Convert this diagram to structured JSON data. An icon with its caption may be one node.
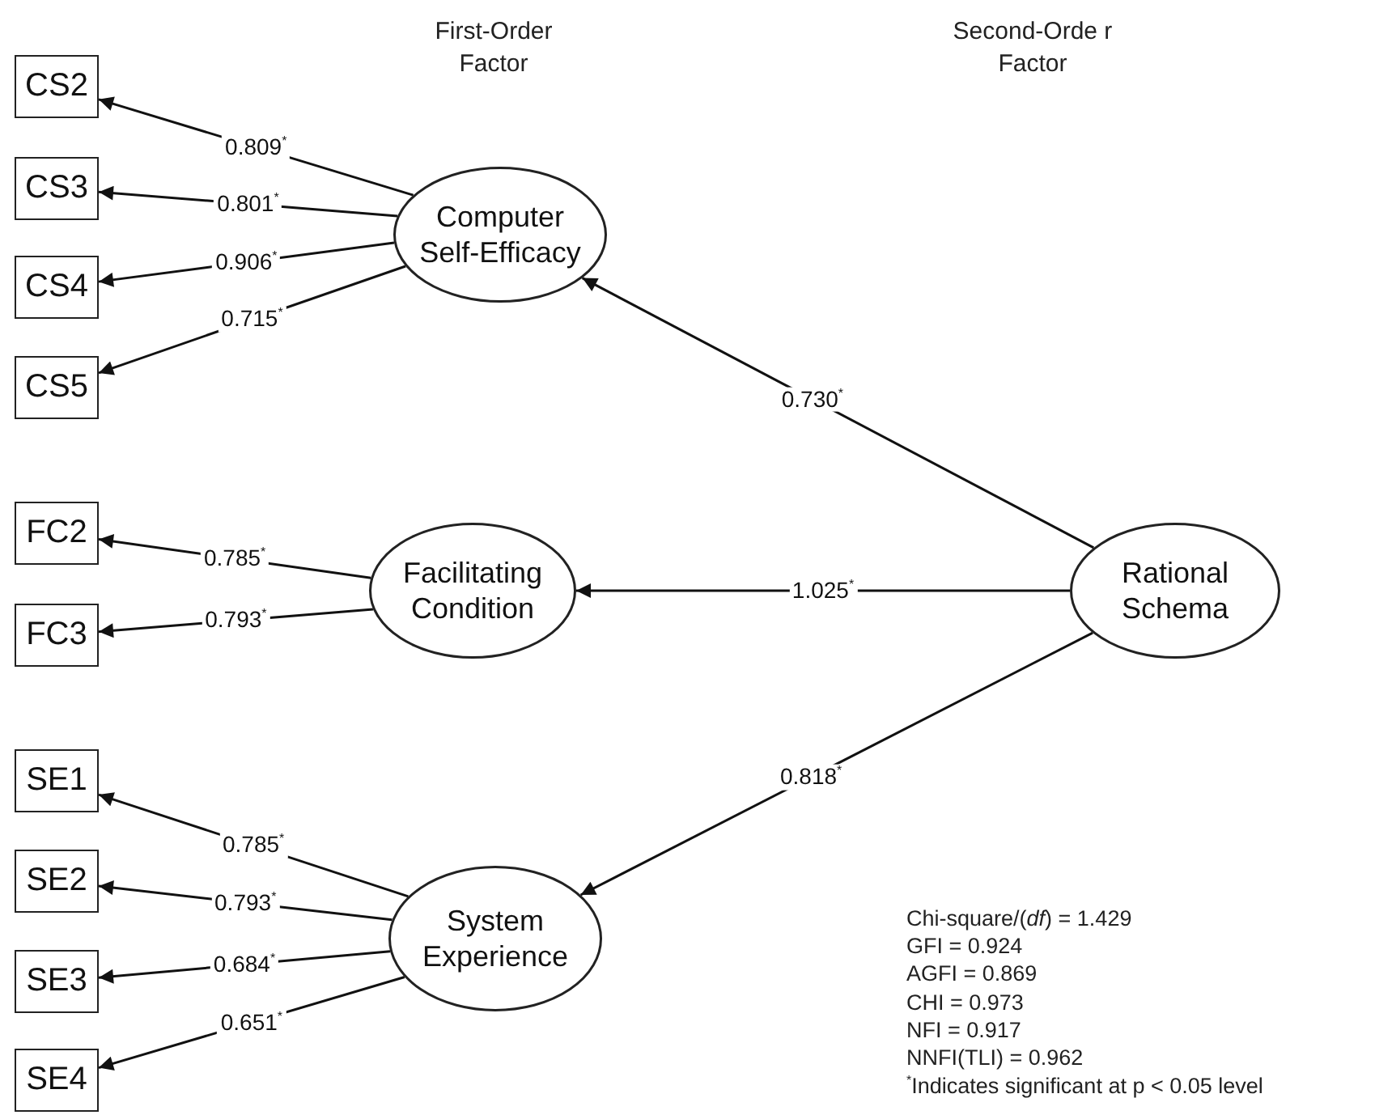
{
  "diagram": {
    "nodes": [
      {
        "text": [
          "CS2"
        ]
      },
      {
        "text": [
          "CS3"
        ]
      },
      {
        "text": [
          "CS4"
        ]
      },
      {
        "text": [
          "CS5"
        ]
      },
      {
        "text": [
          "Computer Self-Efficacy"
        ]
      },
      {
        "text": [
          "FC2"
        ]
      },
      {
        "text": [
          "FC3"
        ]
      },
      {
        "text": [
          "Facilitating Condition"
        ]
      },
      {
        "text": [
          "SE1"
        ]
      },
      {
        "text": [
          "SE2"
        ]
      },
      {
        "text": [
          "SE3"
        ]
      },
      {
        "text": [
          "SE4"
        ]
      },
      {
        "text": [
          "System Experience"
        ]
      },
      {
        "text": [
          "Rational Schema"
        ]
      }
    ],
    "edges": [
      {
        "from": 4,
        "to": 0,
        "arrow": "to",
        "label": "0.809$^{*}$"
      },
      {
        "from": 4,
        "to": 1,
        "arrow": "to",
        "label": "0.801$^{*}$"
      },
      {
        "from": 4,
        "to": 2,
        "arrow": "to",
        "label": "0.906$^{*}$"
      },
      {
        "from": 4,
        "to": 3,
        "arrow": "to",
        "label": "0.715$^{*}$"
      },
      {
        "from": 7,
        "to": 5,
        "arrow": "to",
        "label": "0.785$^{*}$"
      },
      {
        "from": 7,
        "to": 6,
        "arrow": "to",
        "label": "0.793$^{*}$"
      },
      {
        "from": 12,
        "to": 8,
        "arrow": "to",
        "label": "0.785$^{*}$"
      },
      {
        "from": 12,
        "to": 9,
        "arrow": "to",
        "label": "0.793$^{*}$"
      },
      {
        "from": 12,
        "to": 10,
        "arrow": "to",
        "label": "0.684$^{*}$"
      },
      {
        "from": 12,
        "to": 11,
        "arrow": "to",
        "label": "0.651$^{*}$"
      },
      {
        "from": 13,
        "to": 4,
        "arrow": "to",
        "label": "0.730$^{*}$"
      },
      {
        "from": 13,
        "to": 7,
        "arrow": "to",
        "label": "1.025$^{*}$"
      },
      {
        "from": 13,
        "to": 12,
        "arrow": "to",
        "label": "0.818$^{*}$"
      }
    ],
    "labels": [
      "First-Order Factor",
      "Second-Orde r Factor",
      "Chi-square/(*df*) = 1.429",
      "GFI = 0.924",
      "AGFI = 0.869",
      "CHI = 0.973",
      "NFI = 0.917",
      "NNFI(TLI) = 0.962",
      "$^{*}$Indicates significant at p < 0.05 level"
    ]
  }
}
